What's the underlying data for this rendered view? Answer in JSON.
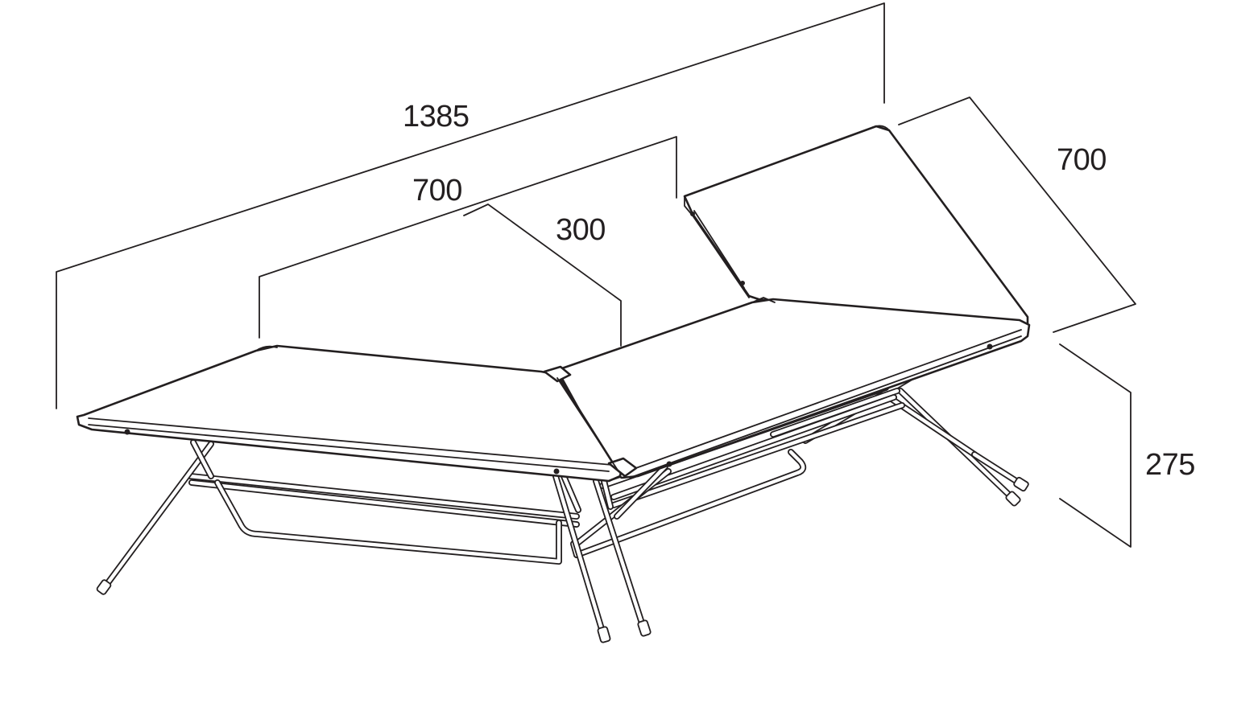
{
  "dimensions": {
    "overall_length": "1385",
    "panel_length": "700",
    "panel_width": "300",
    "depth": "700",
    "height": "275"
  },
  "colors": {
    "line": "#231f20",
    "background": "#ffffff"
  }
}
